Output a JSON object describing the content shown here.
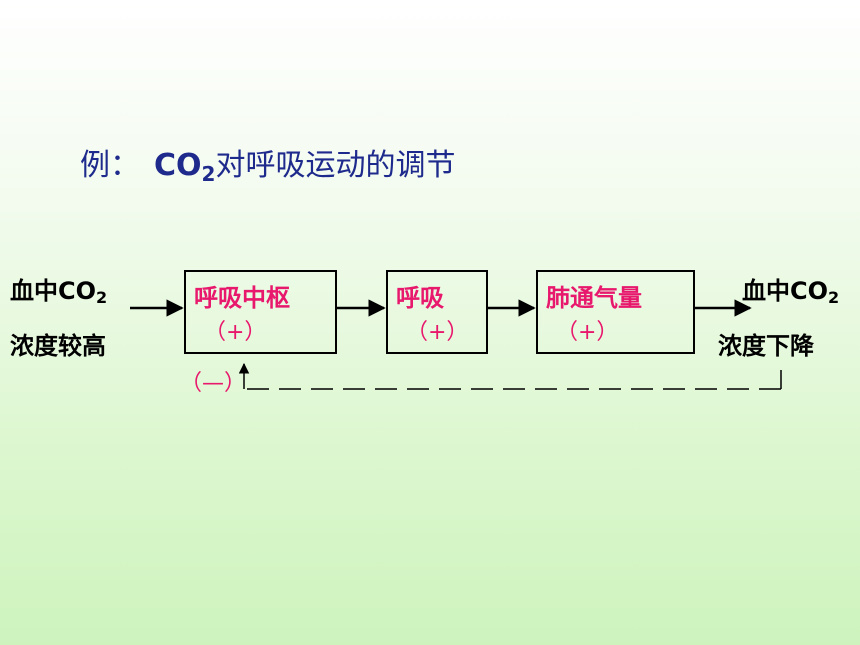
{
  "title": {
    "prefix": "例：",
    "co2_main": "CO",
    "co2_sub": "2",
    "rest": "对呼吸运动的调节"
  },
  "input": {
    "line1_main": "血中CO",
    "line1_sub": "2",
    "line2": "浓度较高"
  },
  "output": {
    "line1_main": "血中CO",
    "line1_sub": "2",
    "line2": "浓度下降"
  },
  "nodes": [
    {
      "name": "呼吸中枢",
      "sign": "（+）"
    },
    {
      "name": "呼吸",
      "sign": "（+）"
    },
    {
      "name": "肺通气量",
      "sign": "（+）"
    }
  ],
  "feedback": {
    "sign": "（—）"
  },
  "colors": {
    "title": "#1e2a8c",
    "highlight": "#e8186d",
    "text": "#000000"
  }
}
